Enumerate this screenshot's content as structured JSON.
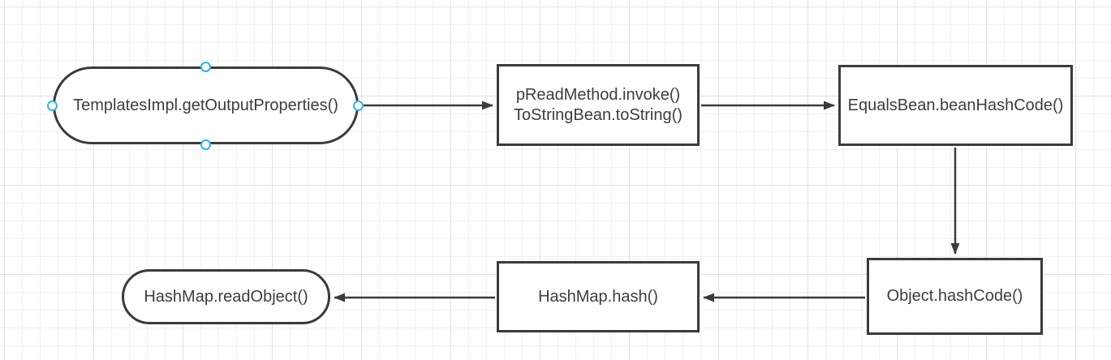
{
  "diagram": {
    "nodes": [
      {
        "id": "templatesimpl-getoutputproperties",
        "shape": "stadium",
        "label": "TemplatesImpl.getOutputProperties()",
        "selected": true
      },
      {
        "id": "preadmethod-invoke",
        "shape": "rect",
        "label": "pReadMethod.invoke()\nToStringBean.toString()"
      },
      {
        "id": "equalsbean-beanhashcode",
        "shape": "rect",
        "label": "EqualsBean.beanHashCode()"
      },
      {
        "id": "object-hashcode",
        "shape": "rect",
        "label": "Object.hashCode()"
      },
      {
        "id": "hashmap-hash",
        "shape": "rect",
        "label": "HashMap.hash()"
      },
      {
        "id": "hashmap-readobject",
        "shape": "stadium",
        "label": "HashMap.readObject()"
      }
    ],
    "edges": [
      {
        "from": "templatesimpl-getoutputproperties",
        "to": "preadmethod-invoke",
        "direction": "right"
      },
      {
        "from": "preadmethod-invoke",
        "to": "equalsbean-beanhashcode",
        "direction": "right"
      },
      {
        "from": "equalsbean-beanhashcode",
        "to": "object-hashcode",
        "direction": "down"
      },
      {
        "from": "object-hashcode",
        "to": "hashmap-hash",
        "direction": "left"
      },
      {
        "from": "hashmap-hash",
        "to": "hashmap-readobject",
        "direction": "left"
      }
    ],
    "colors": {
      "node_border": "#3b3b3b",
      "node_fill": "#ffffff",
      "text": "#3d3d3d",
      "arrow": "#3b3b3b",
      "selection_handle": "#29b6f2",
      "grid_minor": "#f0f0f0",
      "grid_major": "#e2e2e2",
      "canvas_bg": "#ffffff"
    }
  }
}
